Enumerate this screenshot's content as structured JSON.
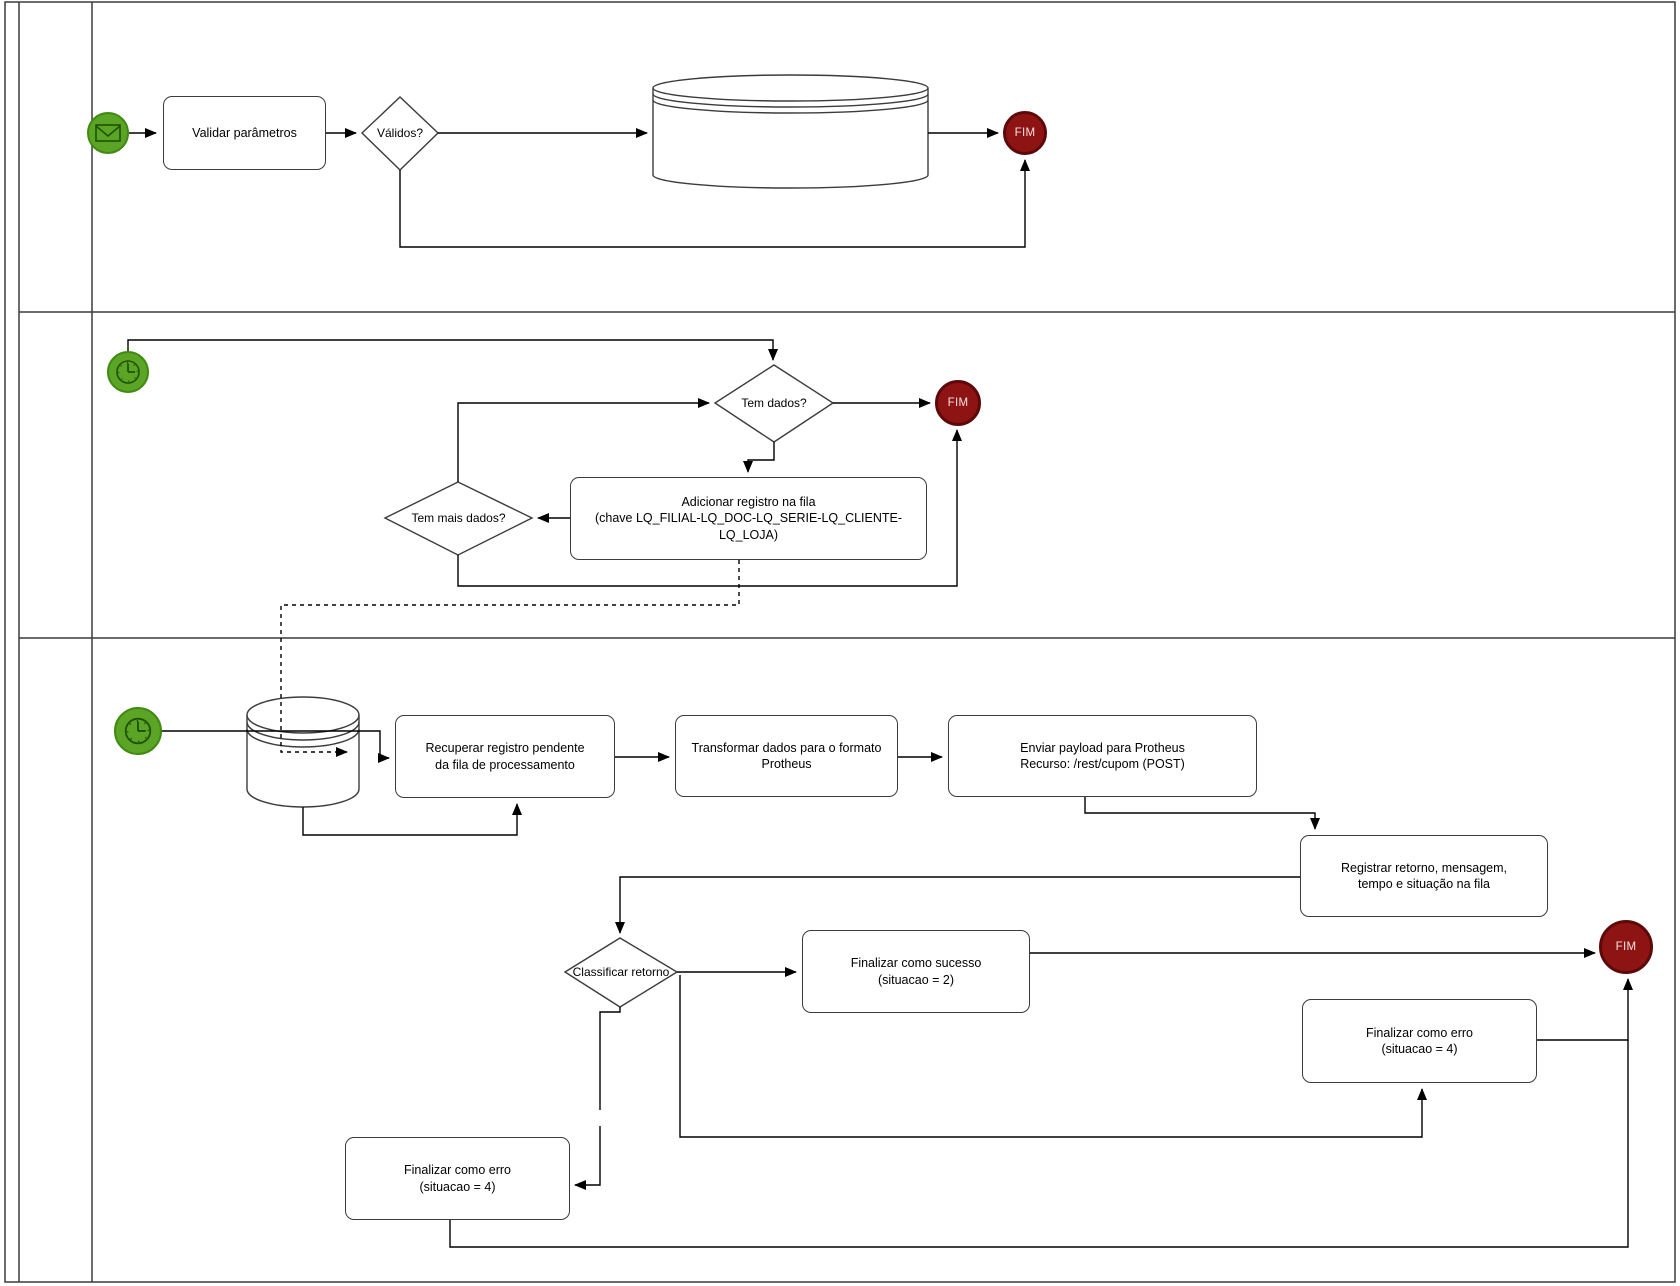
{
  "diagram": {
    "kind": "bpmn-flowchart",
    "colors": {
      "start_event_fill": "#5ca426",
      "start_event_stroke": "#3f8a11",
      "end_event_fill": "#8e1414",
      "end_event_stroke": "#5e0909",
      "end_event_text": "#f8e0e0",
      "shape_stroke": "#3c3c3c",
      "connector": "#000000",
      "background": "#ffffff"
    },
    "icons": {
      "start_1": "message-envelope-icon",
      "start_2": "timer-clock-icon",
      "start_3": "timer-clock-icon"
    }
  },
  "labels": {
    "validar_parametros": "Validar parâmetros",
    "validos": "Válidos?",
    "fim_1": "FIM",
    "tem_dados": "Tem dados?",
    "adicionar_registro_l1": "Adicionar registro na fila",
    "adicionar_registro_l2": "(chave LQ_FILIAL-LQ_DOC-LQ_SERIE-LQ_CLIENTE-LQ_LOJA)",
    "tem_mais_dados": "Tem mais dados?",
    "fim_2": "FIM",
    "recuperar_l1": "Recuperar registro pendente",
    "recuperar_l2": "da fila de processamento",
    "transformar": "Transformar dados para o formato Protheus",
    "enviar_l1": "Enviar payload para Protheus",
    "enviar_l2": "Recurso: /rest/cupom (POST)",
    "registrar_l1": "Registrar retorno, mensagem,",
    "registrar_l2": "tempo e situação na fila",
    "classificar_retorno": "Classificar retorno",
    "finalizar_sucesso_l1": "Finalizar como sucesso",
    "finalizar_sucesso_l2": "(situacao = 2)",
    "finalizar_erro_right_l1": "Finalizar como erro",
    "finalizar_erro_right_l2": "(situacao = 4)",
    "finalizar_erro_left_l1": "Finalizar como erro",
    "finalizar_erro_left_l2": "(situacao = 4)",
    "fim_3": "FIM"
  }
}
